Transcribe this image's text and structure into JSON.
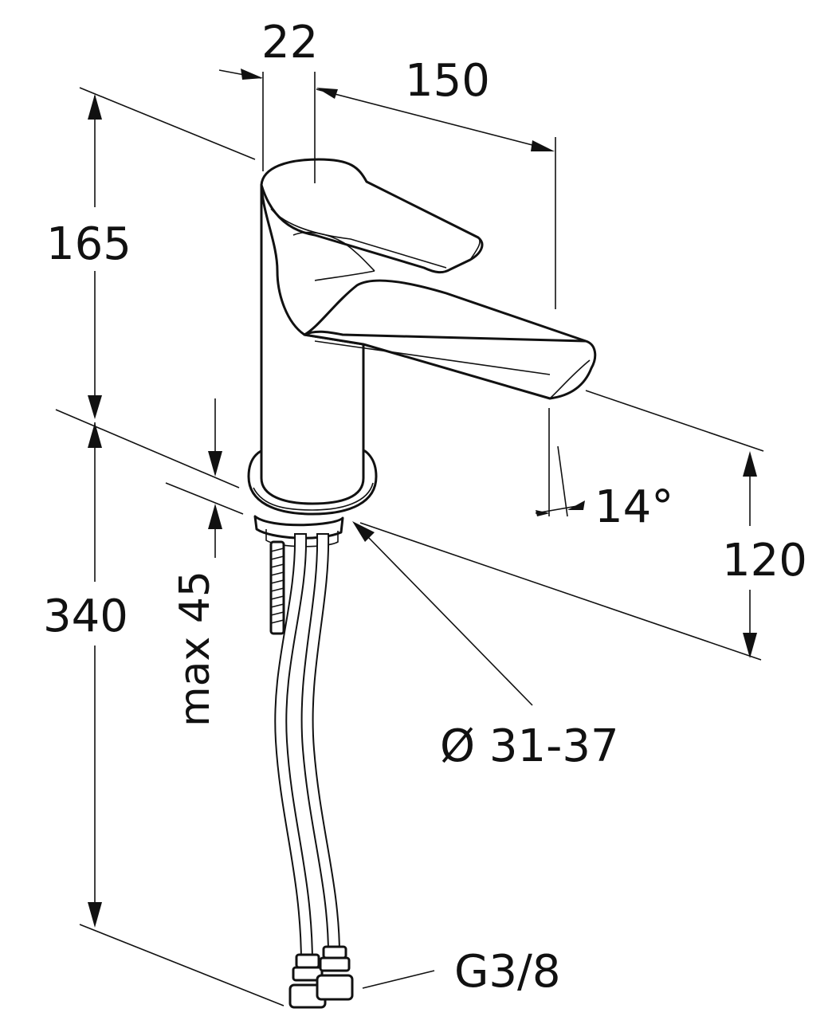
{
  "dimensions": {
    "spout_width": "22",
    "spout_reach": "150",
    "body_height": "165",
    "spout_height": "120",
    "deck_thickness": "max 45",
    "hose_length": "340",
    "hole_diameter": "Ø 31-37",
    "angle": "14°",
    "connection": "G3/8"
  },
  "colors": {
    "line": "#111111",
    "background": "#ffffff"
  }
}
